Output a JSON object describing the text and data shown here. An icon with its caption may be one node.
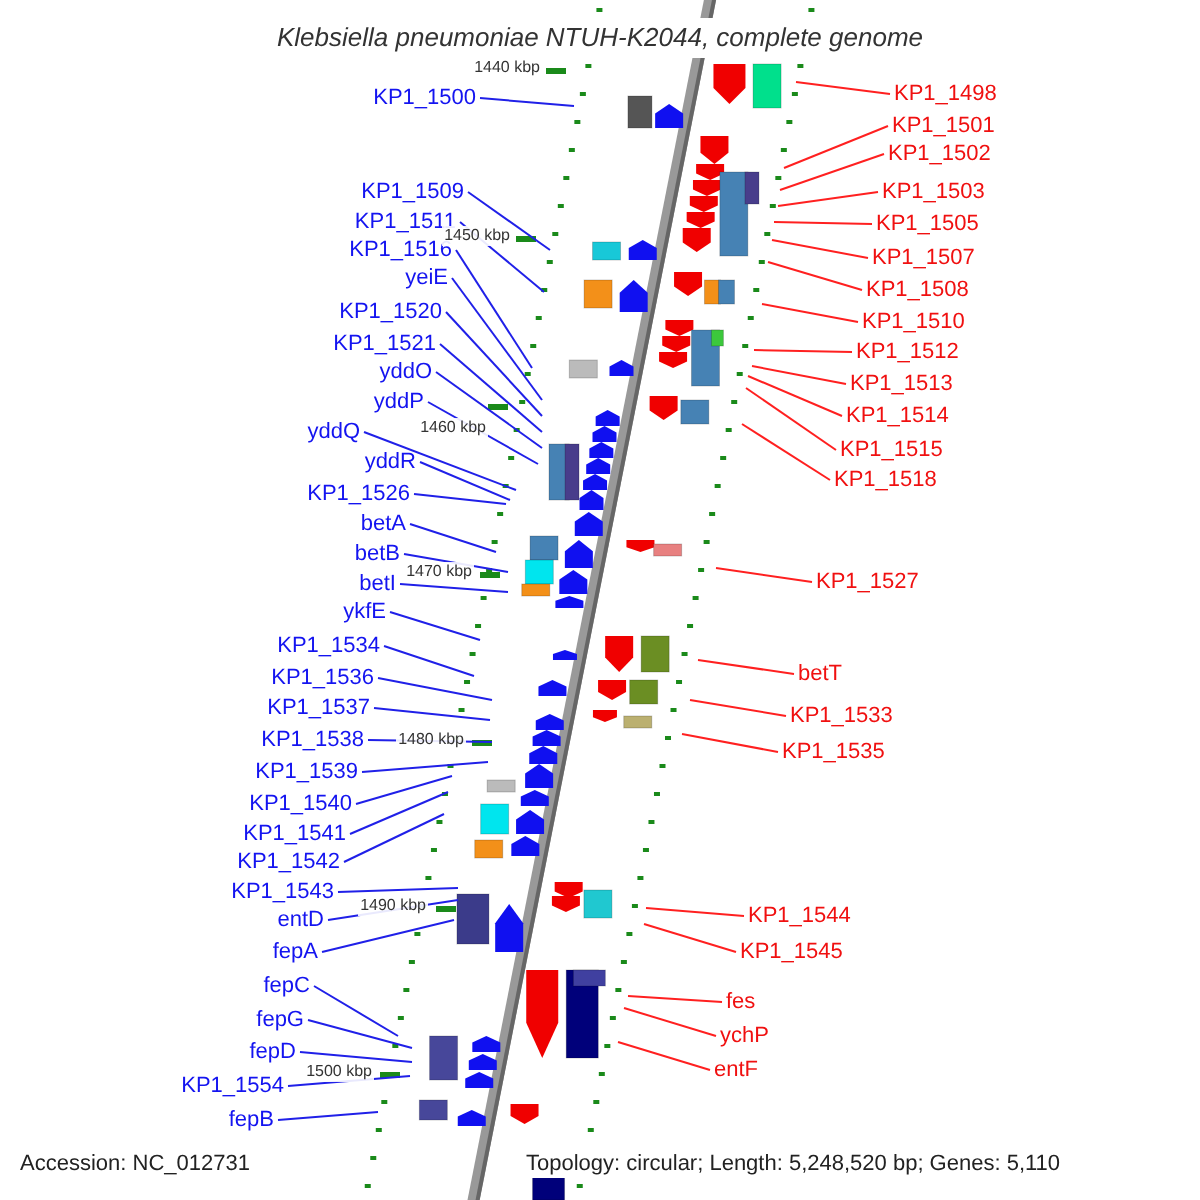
{
  "diagram": {
    "title": "Klebsiella pneumoniae NTUH-K2044, complete genome",
    "nodes": [
      {
        "text": [
          "KP1_1500"
        ]
      },
      {
        "text": [
          "KP1_1509"
        ]
      },
      {
        "text": [
          "KP1_1511"
        ]
      },
      {
        "text": [
          "KP1_1516"
        ]
      },
      {
        "text": [
          "yeiE"
        ]
      },
      {
        "text": [
          "KP1_1520"
        ]
      },
      {
        "text": [
          "KP1_1521"
        ]
      },
      {
        "text": [
          "yddO"
        ]
      },
      {
        "text": [
          "yddP"
        ]
      },
      {
        "text": [
          "yddQ"
        ]
      },
      {
        "text": [
          "yddR"
        ]
      },
      {
        "text": [
          "KP1_1526"
        ]
      },
      {
        "text": [
          "betA"
        ]
      },
      {
        "text": [
          "betB"
        ]
      },
      {
        "text": [
          "betI"
        ]
      },
      {
        "text": [
          "ykfE"
        ]
      },
      {
        "text": [
          "KP1_1534"
        ]
      },
      {
        "text": [
          "KP1_1536"
        ]
      },
      {
        "text": [
          "KP1_1537"
        ]
      },
      {
        "text": [
          "KP1_1538"
        ]
      },
      {
        "text": [
          "KP1_1539"
        ]
      },
      {
        "text": [
          "KP1_1540"
        ]
      },
      {
        "text": [
          "KP1_1541"
        ]
      },
      {
        "text": [
          "KP1_1542"
        ]
      },
      {
        "text": [
          "KP1_1543"
        ]
      },
      {
        "text": [
          "entD"
        ]
      },
      {
        "text": [
          "fepA"
        ]
      },
      {
        "text": [
          "fepC"
        ]
      },
      {
        "text": [
          "fepG"
        ]
      },
      {
        "text": [
          "fepD"
        ]
      },
      {
        "text": [
          "KP1_1554"
        ]
      },
      {
        "text": [
          "fepB"
        ]
      },
      {
        "text": [
          "KP1_1498"
        ]
      },
      {
        "text": [
          "KP1_1501"
        ]
      },
      {
        "text": [
          "KP1_1502"
        ]
      },
      {
        "text": [
          "KP1_1503"
        ]
      },
      {
        "text": [
          "KP1_1505"
        ]
      },
      {
        "text": [
          "KP1_1507"
        ]
      },
      {
        "text": [
          "KP1_1508"
        ]
      },
      {
        "text": [
          "KP1_1510"
        ]
      },
      {
        "text": [
          "KP1_1512"
        ]
      },
      {
        "text": [
          "KP1_1513"
        ]
      },
      {
        "text": [
          "KP1_1514"
        ]
      },
      {
        "text": [
          "KP1_1515"
        ]
      },
      {
        "text": [
          "KP1_1518"
        ]
      },
      {
        "text": [
          "KP1_1527"
        ]
      },
      {
        "text": [
          "betT"
        ]
      },
      {
        "text": [
          "KP1_1533"
        ]
      },
      {
        "text": [
          "KP1_1535"
        ]
      },
      {
        "text": [
          "KP1_1544"
        ]
      },
      {
        "text": [
          "KP1_1545"
        ]
      },
      {
        "text": [
          "fes"
        ]
      },
      {
        "text": [
          "ychP"
        ]
      },
      {
        "text": [
          "entF"
        ]
      }
    ],
    "edges": [
      {
        "from": 0,
        "to": null,
        "arrow": "none"
      },
      {
        "from": 1,
        "to": null,
        "arrow": "none"
      },
      {
        "from": 2,
        "to": null,
        "arrow": "none"
      },
      {
        "from": 3,
        "to": null,
        "arrow": "none"
      },
      {
        "from": 4,
        "to": null,
        "arrow": "none"
      },
      {
        "from": 5,
        "to": null,
        "arrow": "none"
      },
      {
        "from": 6,
        "to": null,
        "arrow": "none"
      },
      {
        "from": 7,
        "to": null,
        "arrow": "none"
      },
      {
        "from": 8,
        "to": null,
        "arrow": "none"
      },
      {
        "from": 9,
        "to": null,
        "arrow": "none"
      },
      {
        "from": 10,
        "to": null,
        "arrow": "none"
      },
      {
        "from": 11,
        "to": null,
        "arrow": "none"
      },
      {
        "from": 12,
        "to": null,
        "arrow": "none"
      },
      {
        "from": 13,
        "to": null,
        "arrow": "none"
      },
      {
        "from": 14,
        "to": null,
        "arrow": "none"
      },
      {
        "from": 15,
        "to": null,
        "arrow": "none"
      },
      {
        "from": 16,
        "to": null,
        "arrow": "none"
      },
      {
        "from": 17,
        "to": null,
        "arrow": "none"
      },
      {
        "from": 18,
        "to": null,
        "arrow": "none"
      },
      {
        "from": 19,
        "to": null,
        "arrow": "none"
      },
      {
        "from": 20,
        "to": null,
        "arrow": "none"
      },
      {
        "from": 21,
        "to": null,
        "arrow": "none"
      },
      {
        "from": 22,
        "to": null,
        "arrow": "none"
      },
      {
        "from": 23,
        "to": null,
        "arrow": "none"
      },
      {
        "from": 24,
        "to": null,
        "arrow": "none"
      },
      {
        "from": 25,
        "to": null,
        "arrow": "none"
      },
      {
        "from": 26,
        "to": null,
        "arrow": "none"
      },
      {
        "from": 27,
        "to": null,
        "arrow": "none"
      },
      {
        "from": 28,
        "to": null,
        "arrow": "none"
      },
      {
        "from": 29,
        "to": null,
        "arrow": "none"
      },
      {
        "from": 30,
        "to": null,
        "arrow": "none"
      },
      {
        "from": 31,
        "to": null,
        "arrow": "none"
      },
      {
        "from": 32,
        "to": null,
        "arrow": "none",
        "color": "#ff2020"
      },
      {
        "from": 33,
        "to": null,
        "arrow": "none",
        "color": "#ff2020"
      },
      {
        "from": 34,
        "to": null,
        "arrow": "none",
        "color": "#ff2020"
      },
      {
        "from": 35,
        "to": null,
        "arrow": "none",
        "color": "#ff2020"
      },
      {
        "from": 36,
        "to": null,
        "arrow": "none",
        "color": "#ff2020"
      },
      {
        "from": 37,
        "to": null,
        "arrow": "none",
        "color": "#ff2020"
      },
      {
        "from": 38,
        "to": null,
        "arrow": "none",
        "color": "#ff2020"
      },
      {
        "from": 39,
        "to": null,
        "arrow": "none",
        "color": "#ff2020"
      },
      {
        "from": 40,
        "to": null,
        "arrow": "none",
        "color": "#ff2020"
      },
      {
        "from": 41,
        "to": null,
        "arrow": "none",
        "color": "#ff2020"
      },
      {
        "from": 42,
        "to": null,
        "arrow": "none",
        "color": "#ff2020"
      },
      {
        "from": 43,
        "to": null,
        "arrow": "none",
        "color": "#ff2020"
      },
      {
        "from": 44,
        "to": null,
        "arrow": "none",
        "color": "#ff2020"
      },
      {
        "from": 45,
        "to": null,
        "arrow": "none",
        "color": "#ff2020"
      },
      {
        "from": 46,
        "to": null,
        "arrow": "none",
        "color": "#ff2020"
      },
      {
        "from": 47,
        "to": null,
        "arrow": "none",
        "color": "#ff2020"
      },
      {
        "from": 48,
        "to": null,
        "arrow": "none",
        "color": "#ff2020"
      },
      {
        "from": 49,
        "to": null,
        "arrow": "none",
        "color": "#ff2020"
      },
      {
        "from": 50,
        "to": null,
        "arrow": "none",
        "color": "#ff2020"
      },
      {
        "from": 51,
        "to": null,
        "arrow": "none",
        "color": "#ff2020"
      },
      {
        "from": 52,
        "to": null,
        "arrow": "none",
        "color": "#ff2020"
      },
      {
        "from": 53,
        "to": null,
        "arrow": "none",
        "color": "#ff2020"
      }
    ],
    "labels": [
      "1440 kbp",
      "1450 kbp",
      "1460 kbp",
      "1470 kbp",
      "1480 kbp",
      "1490 kbp",
      "1500 kbp",
      "Accession: NC_012731",
      "Topology: circular; Length: 5,248,520 bp; Genes: 5,110"
    ]
  }
}
